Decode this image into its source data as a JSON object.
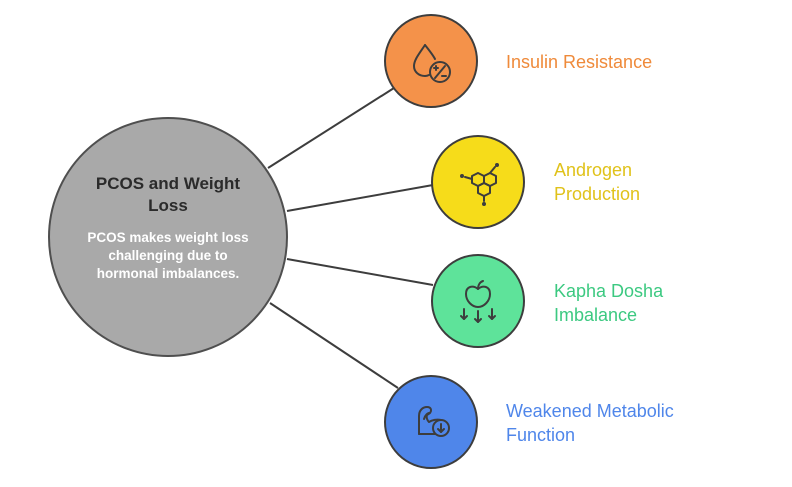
{
  "center": {
    "title": "PCOS and Weight Loss",
    "description": "PCOS makes weight loss challenging due to hormonal imbalances.",
    "fill": "#a9a9a9"
  },
  "nodes": [
    {
      "key": "insulin",
      "label_lines": [
        "Insulin Resistance"
      ],
      "icon": "drop-percent-icon",
      "fill": "#f4924a",
      "text_color": "#ef8a3a"
    },
    {
      "key": "androgen",
      "label_lines": [
        "Androgen",
        "Production"
      ],
      "icon": "molecule-icon",
      "fill": "#f6dc1a",
      "text_color": "#e0c21a"
    },
    {
      "key": "kapha",
      "label_lines": [
        "Kapha Dosha",
        "Imbalance"
      ],
      "icon": "apple-down-arrows-icon",
      "fill": "#5ee39a",
      "text_color": "#3cc981"
    },
    {
      "key": "metabolic",
      "label_lines": [
        "Weakened Metabolic",
        "Function"
      ],
      "icon": "flexed-arm-icon",
      "fill": "#4f86ea",
      "text_color": "#4f86ea"
    }
  ]
}
